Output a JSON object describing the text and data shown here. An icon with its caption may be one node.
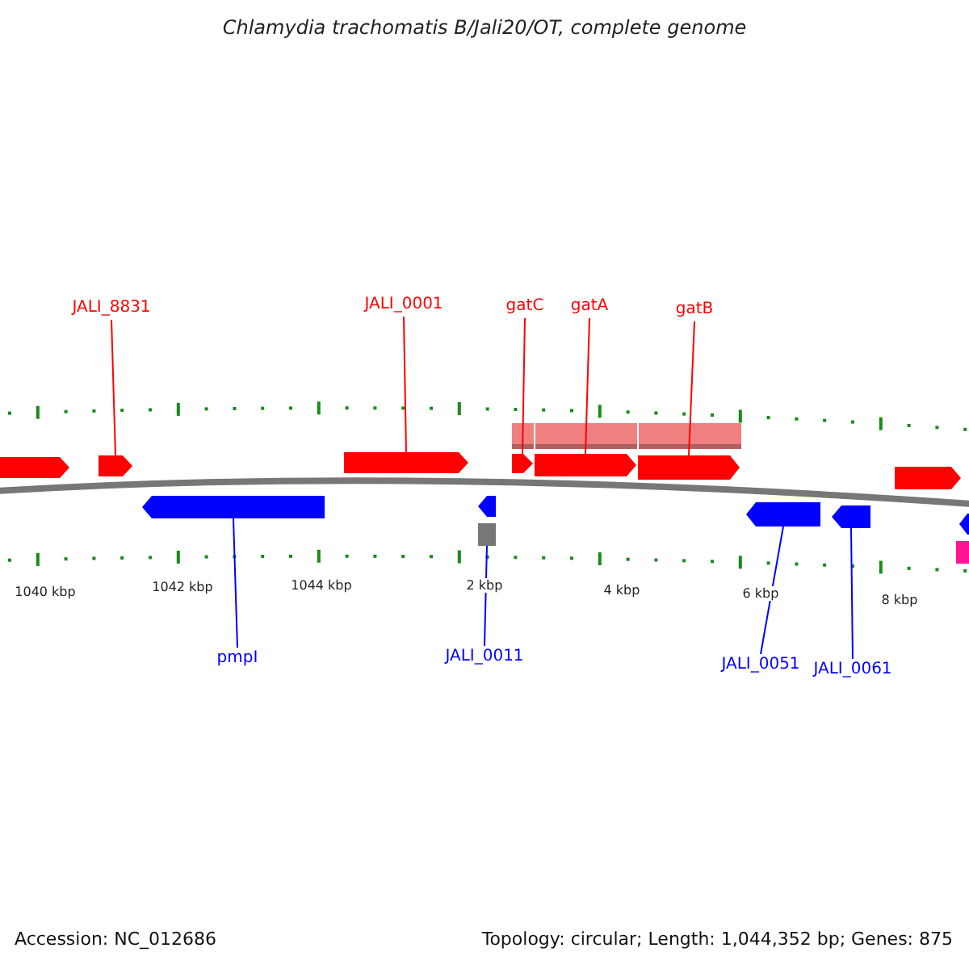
{
  "diagram": {
    "title": "Chlamydia trachomatis B/Jali20/OT, complete genome",
    "nodes": [
      {
        "text": [
          "JALI_8831"
        ]
      },
      {
        "text": [
          "JALI_0001"
        ]
      },
      {
        "text": [
          "gatC"
        ]
      },
      {
        "text": [
          "gatA"
        ]
      },
      {
        "text": [
          "gatB"
        ]
      },
      {
        "text": [],
        "shape": "bar"
      },
      {
        "text": [],
        "shape": "bar"
      },
      {
        "text": [],
        "shape": "bar"
      },
      {
        "text": [],
        "shape": "bar"
      },
      {
        "text": [],
        "shape": "bar"
      },
      {
        "text": [],
        "shape": "bar"
      },
      {
        "text": [],
        "shape": "box"
      },
      {
        "text": [],
        "shape": "bar"
      },
      {
        "text": [],
        "shape": "bar"
      },
      {
        "text": [
          "pmpI"
        ]
      },
      {
        "text": [
          "JALI_0011"
        ]
      },
      {
        "text": [
          "JALI_0051"
        ]
      },
      {
        "text": [
          "JALI_0061"
        ]
      }
    ],
    "edges": [
      {
        "from": 0,
        "to": 5,
        "arrow": "none"
      },
      {
        "from": 1,
        "to": 6,
        "arrow": "none"
      },
      {
        "from": 2,
        "to": 7,
        "arrow": "none"
      },
      {
        "from": 3,
        "to": 8,
        "arrow": "none"
      },
      {
        "from": 4,
        "to": 9,
        "arrow": "none"
      },
      {
        "from": 14,
        "to": 10,
        "arrow": "none",
        "color": "#0000ff"
      },
      {
        "from": 15,
        "to": 11,
        "arrow": "none",
        "color": "#0000ff"
      },
      {
        "from": 16,
        "to": 12,
        "arrow": "none",
        "color": "#0000ff"
      },
      {
        "from": 17,
        "to": 13,
        "arrow": "none",
        "color": "#0000ff"
      }
    ],
    "labels": [
      "1040 kbp",
      "1042 kbp",
      "1044 kbp",
      "2 kbp",
      "4 kbp",
      "6 kbp",
      "8 kbp",
      "Accession: NC_012686",
      "Topology: circular; Length: 1,044,352 bp; Genes: 875"
    ]
  }
}
